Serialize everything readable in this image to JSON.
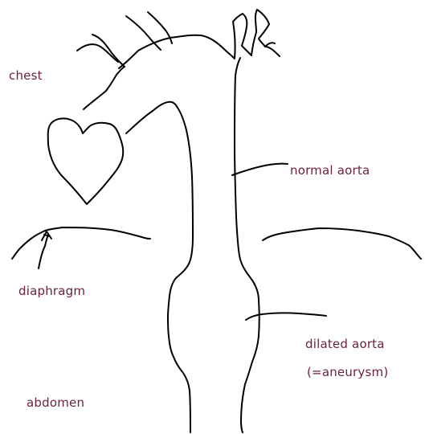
{
  "colors": {
    "background": "#ffffff",
    "stroke": "#000000",
    "label_text": "#6a1f3c"
  },
  "labels": {
    "chest": "chest",
    "normal_aorta": "normal aorta",
    "diaphragm": "diaphragm",
    "dilated_aorta_line1": "dilated aorta",
    "dilated_aorta_line2": "(=aneurysm)",
    "abdomen": "abdomen"
  }
}
